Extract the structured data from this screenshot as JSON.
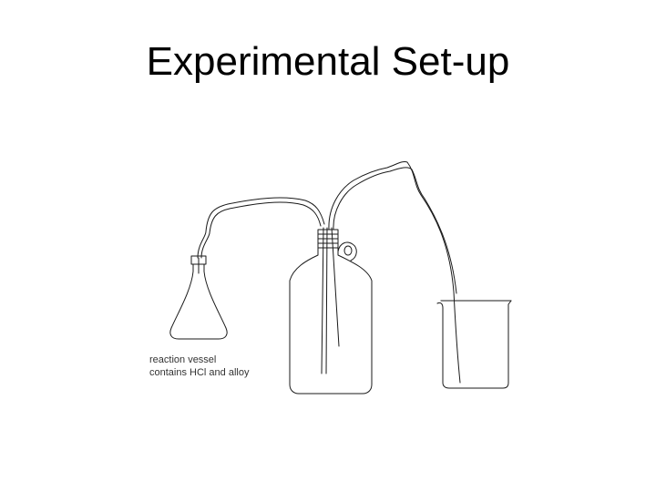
{
  "title": "Experimental Set-up",
  "diagram": {
    "apparatus": [
      "flask",
      "tubing",
      "bottle",
      "beaker"
    ],
    "flask_label": {
      "line1": "reaction vessel",
      "line2": "contains HCl and alloy"
    },
    "stroke_color": "#1a1a1a"
  }
}
